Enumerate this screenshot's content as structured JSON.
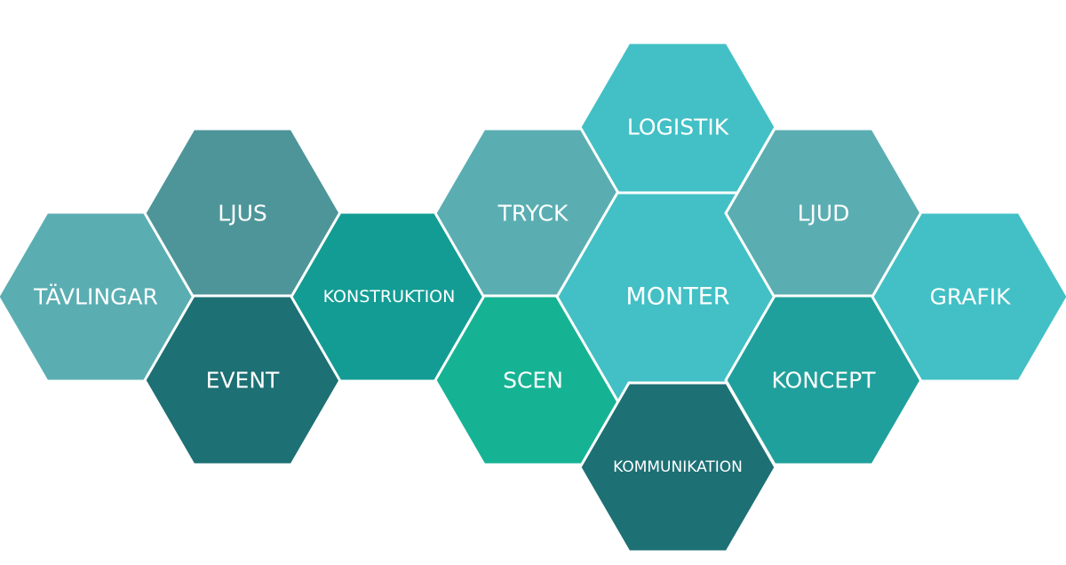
{
  "diagram": {
    "hexagons": [
      {
        "id": "tavlingar",
        "label": "TÄVLINGAR",
        "color": "#5aaeb2"
      },
      {
        "id": "ljus",
        "label": "LJUS",
        "color": "#4e9599"
      },
      {
        "id": "event",
        "label": "EVENT",
        "color": "#1d7074"
      },
      {
        "id": "konstruktion",
        "label": "KONSTRUKTION",
        "color": "#139c94"
      },
      {
        "id": "tryck",
        "label": "TRYCK",
        "color": "#5aaeb2"
      },
      {
        "id": "scen",
        "label": "SCEN",
        "color": "#15b394"
      },
      {
        "id": "logistik",
        "label": "LOGISTIK",
        "color": "#42c0c5"
      },
      {
        "id": "monter",
        "label": "MONTER",
        "color": "#42c0c5"
      },
      {
        "id": "kommunikation",
        "label": "KOMMUNIKATION",
        "color": "#1d7074"
      },
      {
        "id": "ljud",
        "label": "LJUD",
        "color": "#5aaeb2"
      },
      {
        "id": "koncept",
        "label": "KONCEPT",
        "color": "#20a09c"
      },
      {
        "id": "grafik",
        "label": "GRAFIK",
        "color": "#42c0c5"
      }
    ]
  }
}
